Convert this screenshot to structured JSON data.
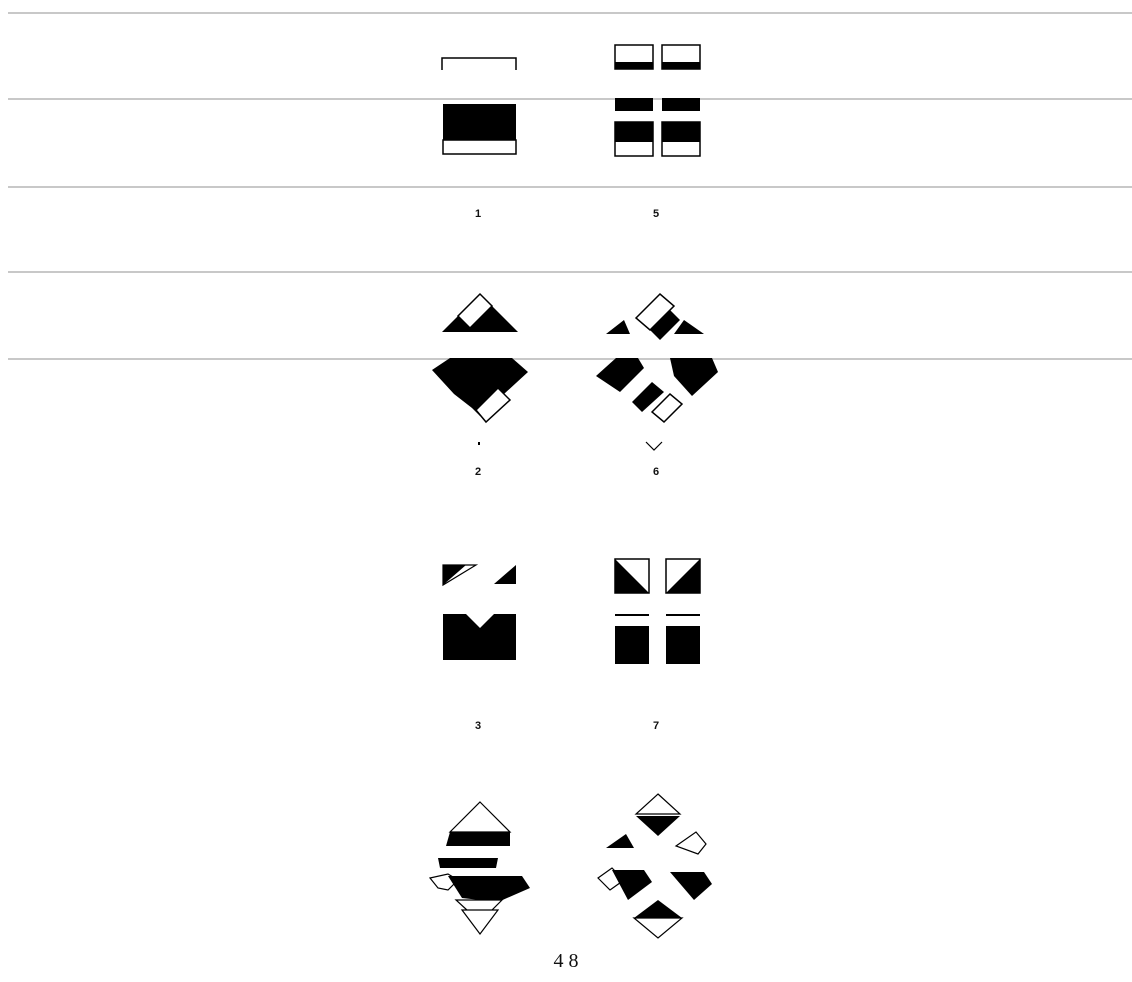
{
  "figures": {
    "fig_1": {
      "label": "1",
      "shape": "square",
      "pattern": "single-block"
    },
    "fig_5": {
      "label": "5",
      "shape": "square",
      "pattern": "four-blocks"
    },
    "fig_2": {
      "label": "2",
      "shape": "diamond",
      "pattern": "single-block"
    },
    "fig_6": {
      "label": "6",
      "shape": "diamond",
      "pattern": "four-blocks"
    },
    "fig_3": {
      "label": "3",
      "shape": "square",
      "pattern": "triangle-cut"
    },
    "fig_7": {
      "label": "7",
      "shape": "square",
      "pattern": "four-triangles"
    },
    "fig_4": {
      "label": "",
      "shape": "diamond",
      "pattern": "stripes"
    },
    "fig_8": {
      "label": "",
      "shape": "diamond",
      "pattern": "four-triangles"
    }
  },
  "page": {
    "number": "4 8"
  },
  "colors": {
    "ink": "#000000",
    "rule": "#c8c8c8",
    "paper": "#ffffff"
  }
}
